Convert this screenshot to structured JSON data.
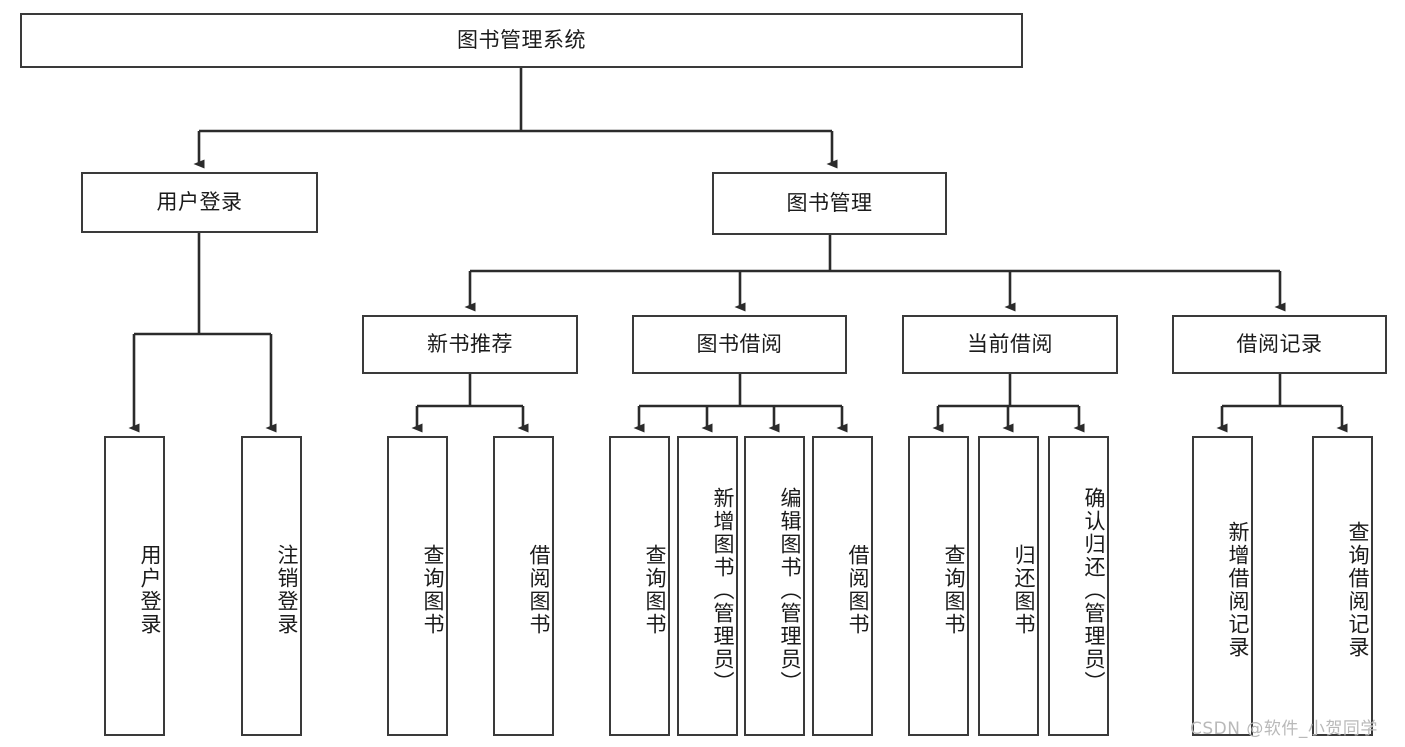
{
  "diagram": {
    "type": "tree-hierarchy",
    "title": "图书管理系统",
    "watermark": "CSDN @软件_小贺同学",
    "colors": {
      "stroke": "#3a3a3a",
      "fill": "#ffffff",
      "text": "#1b1b1b",
      "watermark": "#b9b9b9"
    },
    "nodes": {
      "root": {
        "label": "图书管理系统"
      },
      "level1": [
        {
          "id": "user-login",
          "label": "用户登录"
        },
        {
          "id": "book-manage",
          "label": "图书管理"
        }
      ],
      "level2": [
        {
          "id": "new-book-recommend",
          "label": "新书推荐"
        },
        {
          "id": "book-borrow",
          "label": "图书借阅"
        },
        {
          "id": "current-borrow",
          "label": "当前借阅"
        },
        {
          "id": "borrow-record",
          "label": "借阅记录"
        }
      ],
      "leaves": {
        "user-login": [
          {
            "id": "leaf-user-login",
            "label": "用户登录"
          },
          {
            "id": "leaf-logout",
            "label": "注销登录"
          }
        ],
        "new-book-recommend": [
          {
            "id": "leaf-query-book-1",
            "label": "查询图书"
          },
          {
            "id": "leaf-borrow-book-1",
            "label": "借阅图书"
          }
        ],
        "book-borrow": [
          {
            "id": "leaf-query-book-2",
            "label": "查询图书"
          },
          {
            "id": "leaf-add-book",
            "label": "新增图书（管理员）"
          },
          {
            "id": "leaf-edit-book",
            "label": "编辑图书（管理员）"
          },
          {
            "id": "leaf-borrow-book-2",
            "label": "借阅图书"
          }
        ],
        "current-borrow": [
          {
            "id": "leaf-query-book-3",
            "label": "查询图书"
          },
          {
            "id": "leaf-return-book",
            "label": "归还图书"
          },
          {
            "id": "leaf-confirm-return",
            "label": "确认归还（管理员）"
          }
        ],
        "borrow-record": [
          {
            "id": "leaf-add-record",
            "label": "新增借阅记录"
          },
          {
            "id": "leaf-query-record",
            "label": "查询借阅记录"
          }
        ]
      }
    }
  }
}
